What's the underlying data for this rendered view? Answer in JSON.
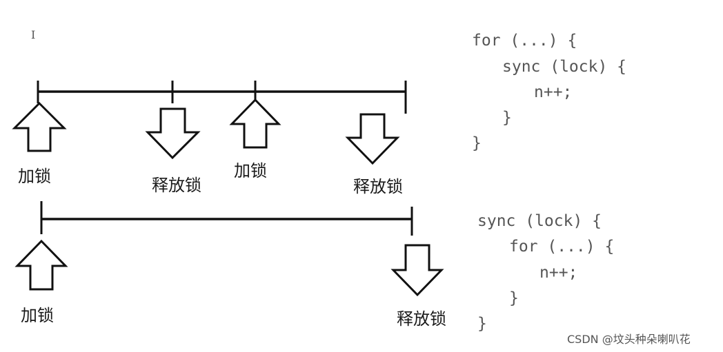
{
  "cursor_mark": "I",
  "timeline_top": {
    "labels": {
      "lock_1": "加锁",
      "release_1": "释放锁",
      "lock_2": "加锁",
      "release_2": "释放锁"
    },
    "code": [
      "for (...) {",
      "sync (lock) {",
      "n++;",
      "}",
      "}"
    ]
  },
  "timeline_bottom": {
    "labels": {
      "lock": "加锁",
      "release": "释放锁"
    },
    "code": [
      "sync (lock) {",
      "for (...) {",
      "n++;",
      "}",
      "}"
    ]
  },
  "watermark": "CSDN @坟头种朵喇叭花",
  "colors": {
    "line": "#111111",
    "code_text": "#555555",
    "label_text": "#1a1a1a",
    "background": "#ffffff"
  },
  "icons": {
    "lock_arrow": "up-arrow-icon",
    "release_arrow": "down-arrow-icon"
  }
}
